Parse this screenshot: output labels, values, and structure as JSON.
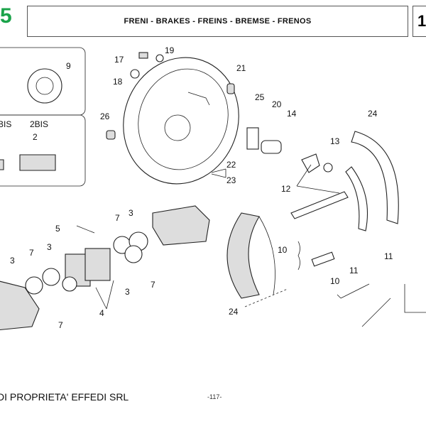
{
  "header": {
    "section_number": "5",
    "title": "FRENI - BRAKES - FREINS - BREMSE - FRENOS",
    "table_number": "1"
  },
  "footer": {
    "ownership": "DI PROPRIETA' EFFEDI SRL",
    "page": "-117-"
  },
  "callouts": [
    "17",
    "19",
    "9",
    "18",
    "21",
    "25",
    "20",
    "14",
    "26",
    "BIS",
    "2BIS",
    "2",
    "24",
    "13",
    "22",
    "23",
    "12",
    "5",
    "7",
    "3",
    "10",
    "11",
    "11",
    "7",
    "3",
    "3",
    "7",
    "3",
    "10",
    "4",
    "7",
    "24"
  ]
}
